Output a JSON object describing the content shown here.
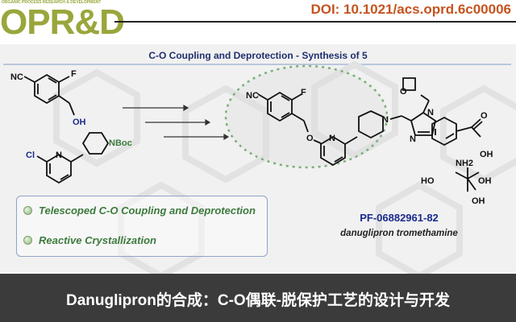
{
  "header": {
    "journal_tagline": "ORGANIC PROCESS RESEARCH & DEVELOPMENT",
    "journal_logo": "OPR&D",
    "doi": "DOI:  10.1021/acs.oprd.6c00006"
  },
  "scheme": {
    "title": "C-O Coupling and Deprotection - Synthesis of 5",
    "atoms": {
      "nc": "NC",
      "f": "F",
      "oh": "OH",
      "nboc": "NBoc",
      "cl": "Cl",
      "n": "N",
      "o": "O",
      "nh2": "NH2",
      "ho": "HO"
    },
    "highlights": [
      "Telescoped C-O Coupling and Deprotection",
      "Reactive Crystallization"
    ],
    "compound_code": "PF-06882961-82",
    "compound_name": "danuglipron tromethamine"
  },
  "banner": {
    "text": "Danuglipron的合成：C-O偶联-脱保护工艺的设计与开发"
  },
  "colors": {
    "logo": "#9aa63b",
    "doi": "#c4541f",
    "title": "#1f2f6e",
    "highlight_text": "#3d7a3d",
    "compound_code": "#1a2a8c",
    "banner_bg": "#3b3b3b"
  }
}
